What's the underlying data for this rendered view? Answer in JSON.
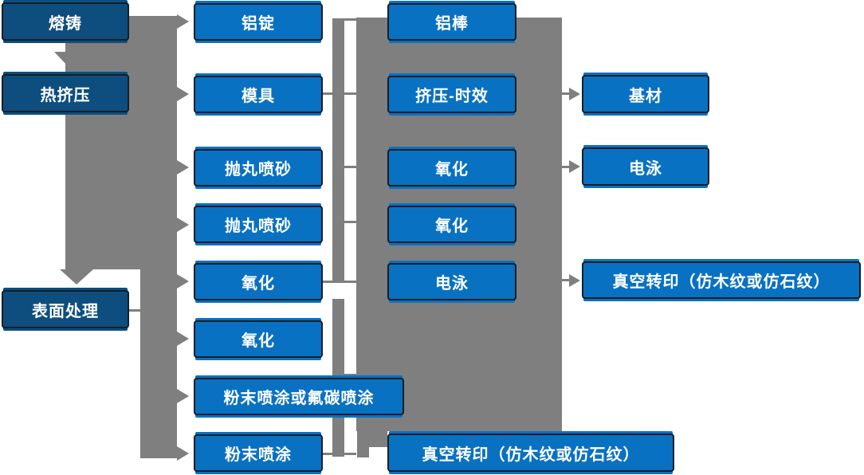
{
  "colors": {
    "stage_box_fill": "#0d4e7e",
    "process_box_fill": "#0971c1",
    "box_border": "#141e26",
    "connector_gray": "#7f7f7f",
    "box_text": "#ffffff",
    "background": "#ffffff"
  },
  "diagram": {
    "stages": [
      {
        "label": "熔铸"
      },
      {
        "label": "热挤压"
      },
      {
        "label": "表面处理"
      }
    ],
    "col2": [
      {
        "label": "铝锭"
      },
      {
        "label": "模具"
      },
      {
        "label": "抛丸喷砂"
      },
      {
        "label": "抛丸喷砂"
      },
      {
        "label": "氧化"
      },
      {
        "label": "氧化"
      },
      {
        "label": "粉末喷涂或氟碳喷涂"
      },
      {
        "label": "粉末喷涂"
      }
    ],
    "col3": [
      {
        "label": "铝棒"
      },
      {
        "label": "挤压-时效"
      },
      {
        "label": "氧化"
      },
      {
        "label": "氧化"
      },
      {
        "label": "电泳"
      },
      {
        "label": "真空转印（仿木纹或仿石纹）"
      }
    ],
    "col4": [
      {
        "label": "基材"
      },
      {
        "label": "电泳"
      },
      {
        "label": "真空转印（仿木纹或仿石纹）"
      }
    ]
  }
}
